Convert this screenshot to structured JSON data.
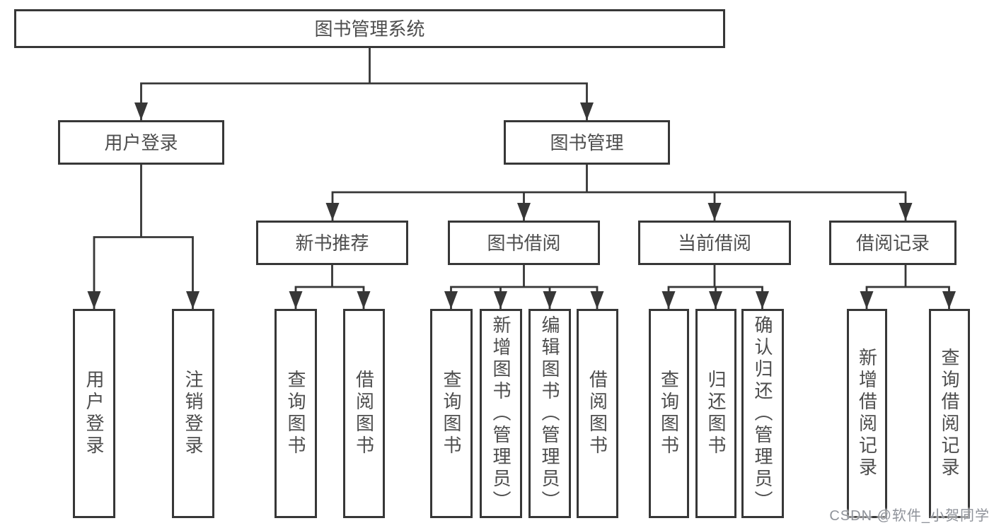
{
  "nodes": {
    "root": "图书管理系统",
    "user_login": "用户登录",
    "book_manage": "图书管理",
    "new_book_rec": "新书推荐",
    "book_borrow": "图书借阅",
    "current_borrow": "当前借阅",
    "borrow_record": "借阅记录",
    "leaf_user_login": "用户登录",
    "leaf_logout": "注销登录",
    "leaf_query_book_rec": "查询图书",
    "leaf_borrow_book_rec": "借阅图书",
    "leaf_query_book_borrow": "查询图书",
    "leaf_add_book_admin": "新增图书（管理员）",
    "leaf_edit_book_admin": "编辑图书（管理员）",
    "leaf_borrow_book_borrow": "借阅图书",
    "leaf_query_book_current": "查询图书",
    "leaf_return_book": "归还图书",
    "leaf_confirm_return_admin": "确认归还（管理员）",
    "leaf_add_borrow_record": "新增借阅记录",
    "leaf_query_borrow_record": "查询借阅记录"
  },
  "watermark": "CSDN @软件_小贺同学",
  "colors": {
    "line": "#373737",
    "box_border": "#373737",
    "label_text": "#4d4d4d",
    "watermark_text": "#8f939a",
    "background": "#ffffff"
  }
}
